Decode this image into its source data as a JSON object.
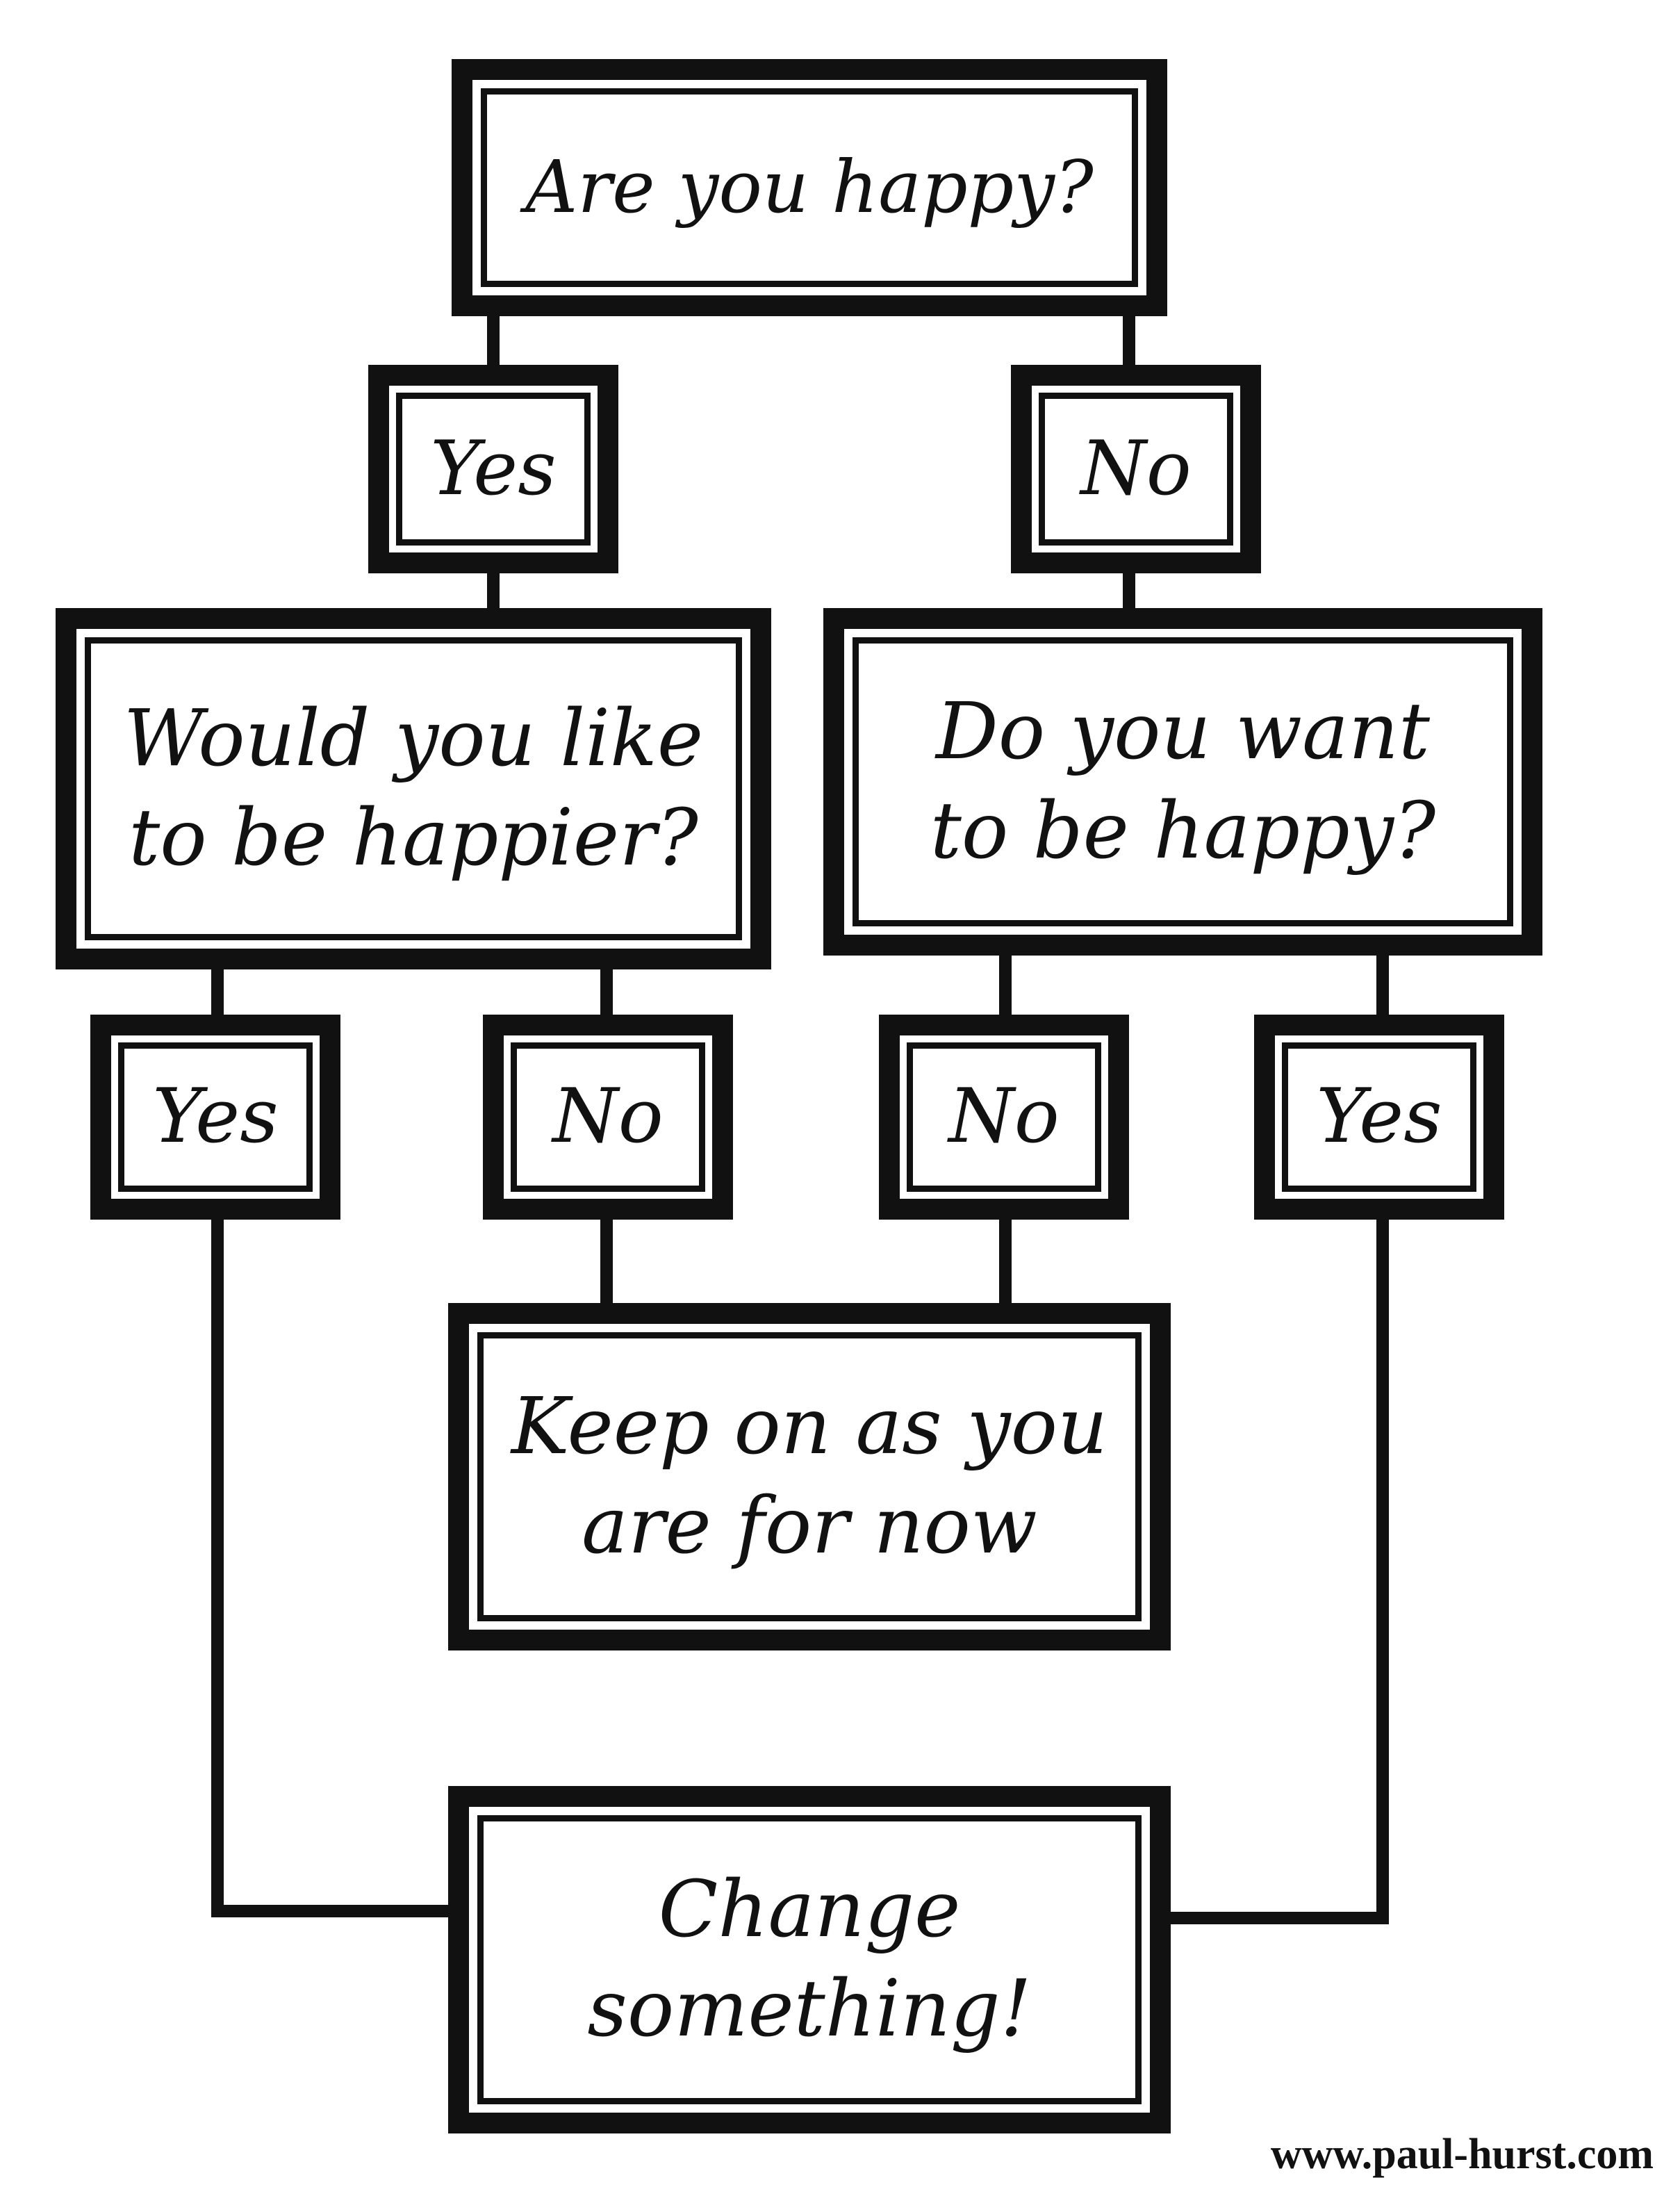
{
  "diagram": {
    "type": "flowchart",
    "nodes": [
      {
        "id": "q1",
        "text": "Are you happy?"
      },
      {
        "id": "a1-yes",
        "text": "Yes"
      },
      {
        "id": "a1-no",
        "text": "No"
      },
      {
        "id": "q2",
        "text": "Would you like\nto be happier?"
      },
      {
        "id": "q3",
        "text": "Do you want\nto be happy?"
      },
      {
        "id": "a2-yes",
        "text": "Yes"
      },
      {
        "id": "a2-no",
        "text": "No"
      },
      {
        "id": "a3-no",
        "text": "No"
      },
      {
        "id": "a3-yes",
        "text": "Yes"
      },
      {
        "id": "keep",
        "text": "Keep on as you\nare for now"
      },
      {
        "id": "change",
        "text": "Change\nsomething!"
      }
    ],
    "edges": [
      {
        "from": "q1",
        "to": "a1-yes"
      },
      {
        "from": "q1",
        "to": "a1-no"
      },
      {
        "from": "a1-yes",
        "to": "q2"
      },
      {
        "from": "a1-no",
        "to": "q3"
      },
      {
        "from": "q2",
        "to": "a2-yes"
      },
      {
        "from": "q2",
        "to": "a2-no"
      },
      {
        "from": "q3",
        "to": "a3-no"
      },
      {
        "from": "q3",
        "to": "a3-yes"
      },
      {
        "from": "a2-no",
        "to": "keep"
      },
      {
        "from": "a3-no",
        "to": "keep"
      },
      {
        "from": "a2-yes",
        "to": "change"
      },
      {
        "from": "a3-yes",
        "to": "change"
      }
    ],
    "credit": "www.paul-hurst.com",
    "colors": {
      "ink": "#111111",
      "paper": "#ffffff"
    }
  }
}
